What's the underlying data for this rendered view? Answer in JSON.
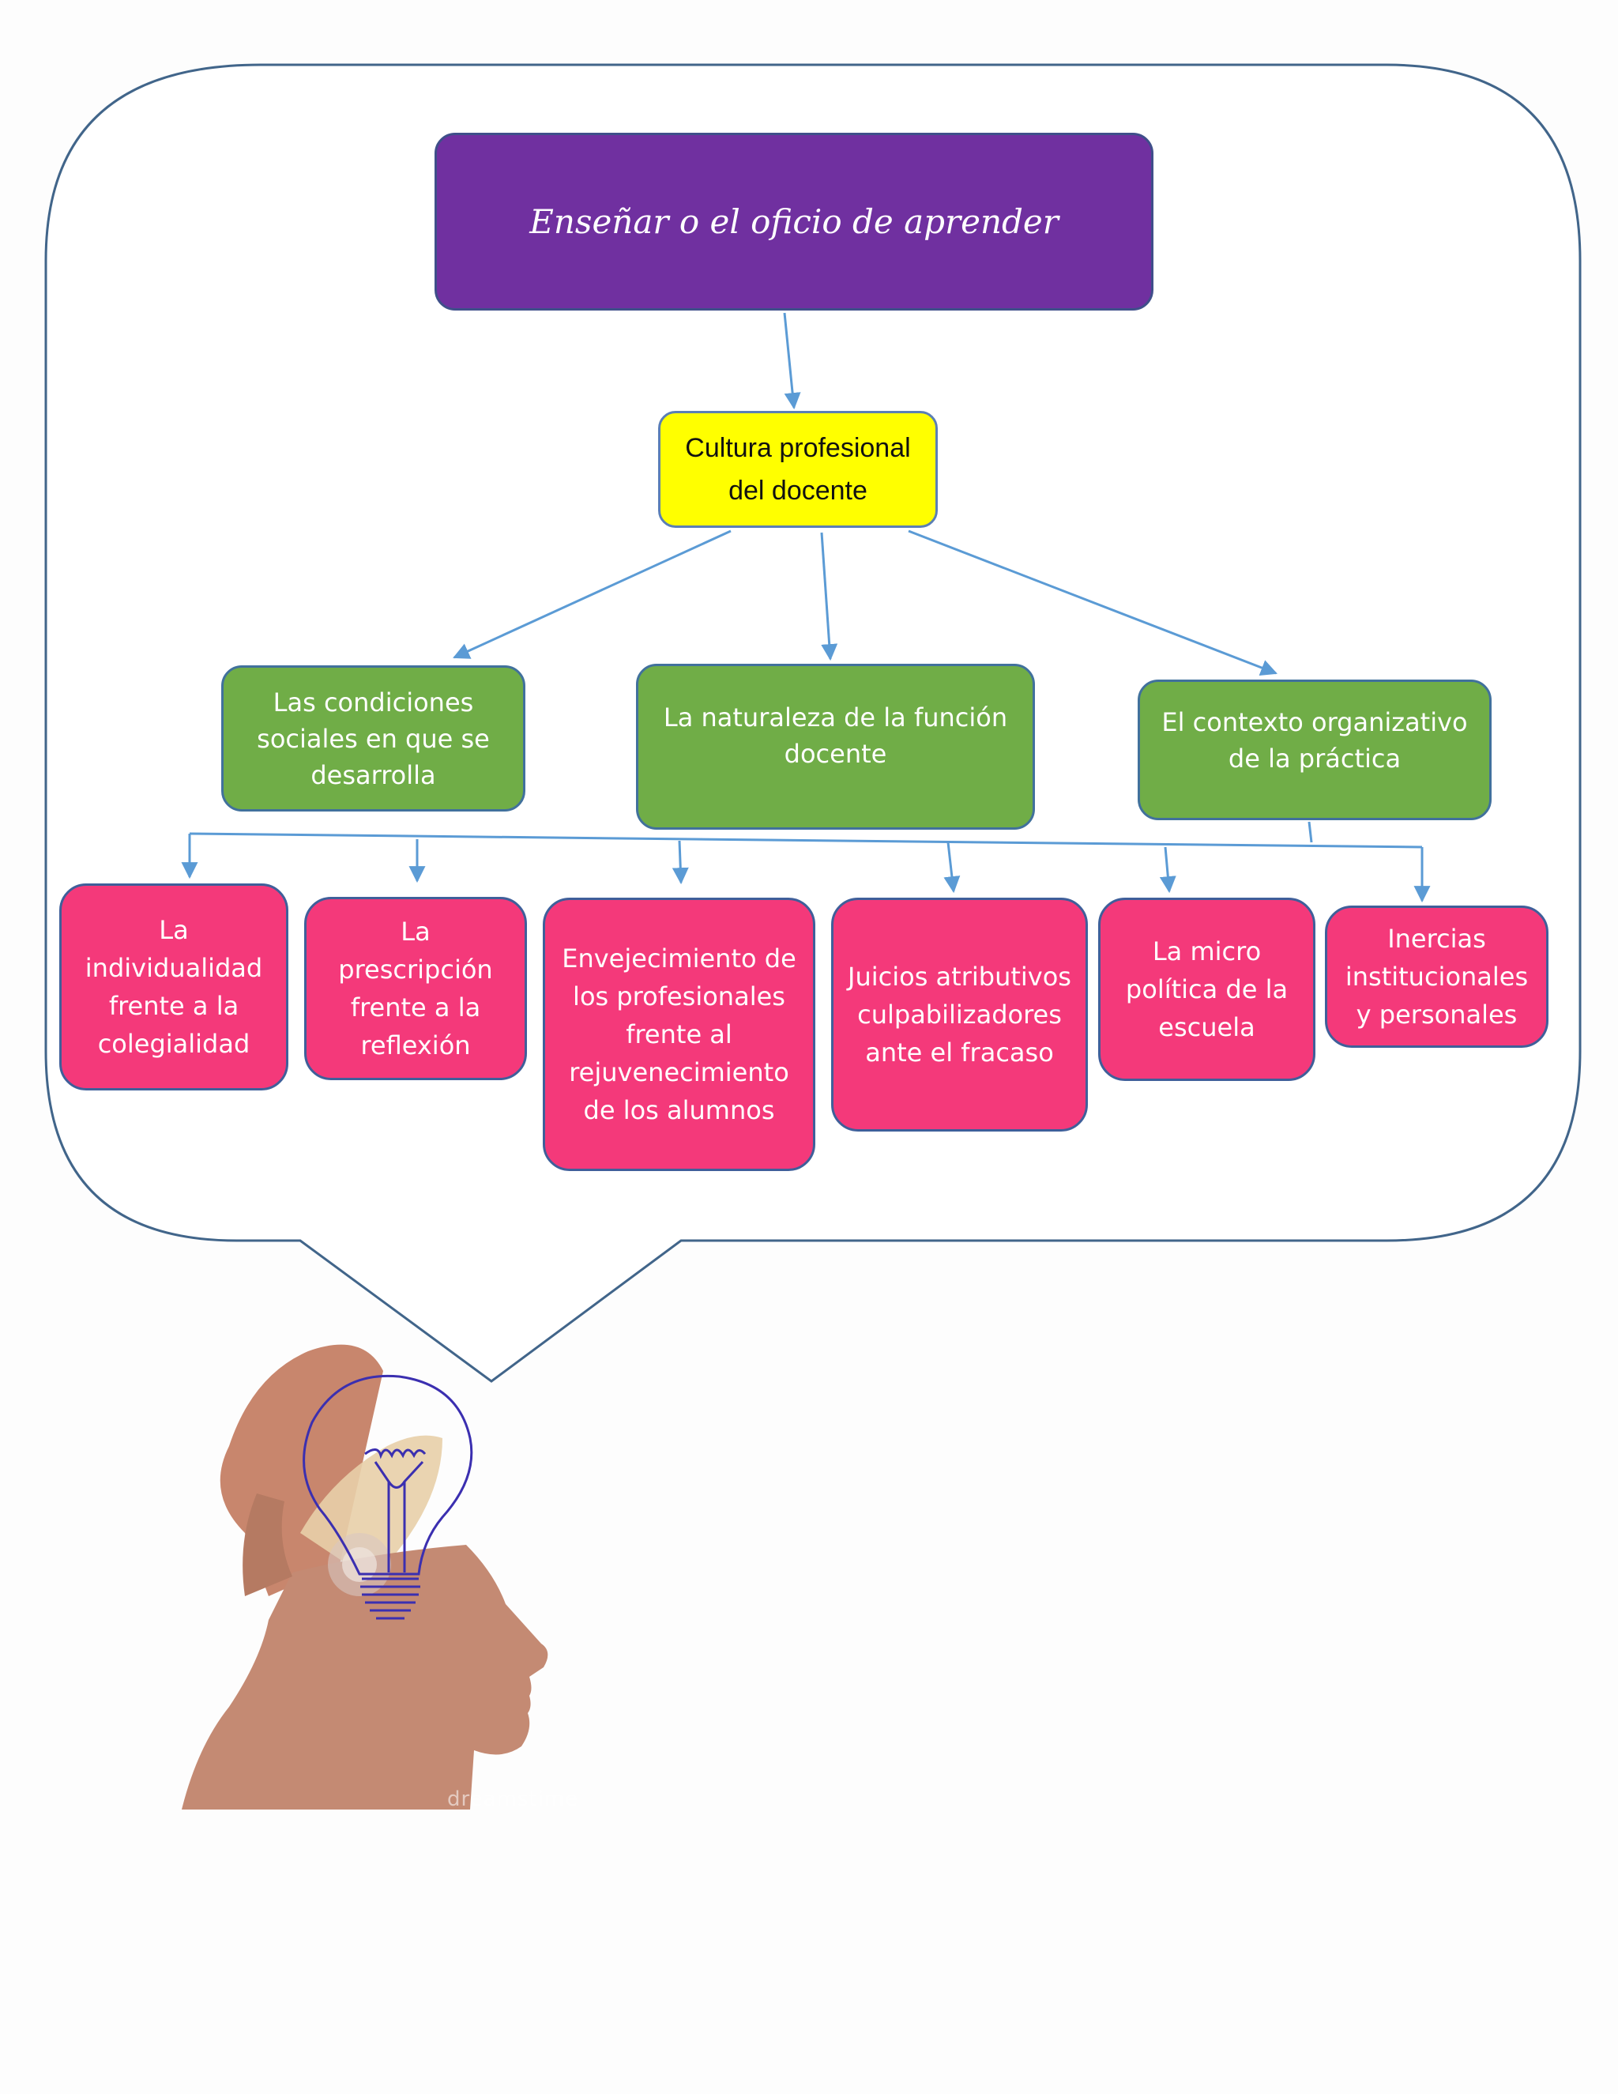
{
  "diagram": {
    "title": "Enseñar o el oficio de aprender",
    "core": "Cultura profesional del docente",
    "factors": [
      "Las condiciones sociales en que se desarrolla",
      "La naturaleza de la función docente",
      "El contexto organizativo de la práctica"
    ],
    "aspects": [
      "La individualidad frente a la colegialidad",
      "La prescripción frente a la reflexión",
      "Envejecimiento de los profesionales frente al rejuvenecimiento de los alumnos",
      "Juicios atributivos culpabilizadores ante el fracaso",
      "La micro política de la escuela",
      "Inercias institucionales y personales"
    ],
    "watermark": "dreamstime"
  },
  "colors": {
    "title_box": "#7030a0",
    "core_box": "#ffff00",
    "factor_box": "#70ad47",
    "aspect_box": "#f4397a",
    "connector": "#5b9bd5",
    "bubble_outline": "#41658a",
    "head": "#c48a73",
    "hair": "#c8866d",
    "bulb_outline": "#3b2fb0"
  },
  "icons": {
    "illustration": "head-with-lightbulb-icon"
  }
}
